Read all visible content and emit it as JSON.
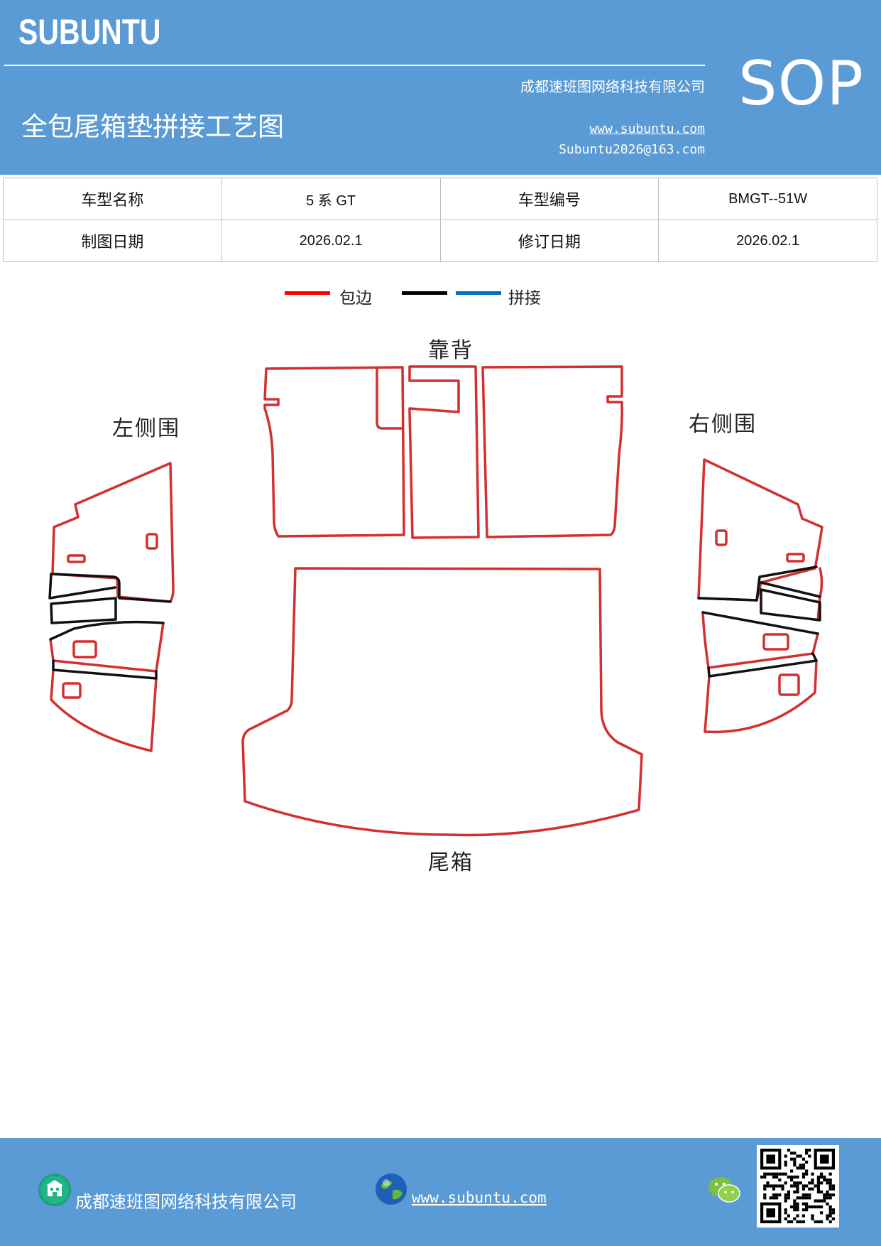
{
  "header": {
    "brand": "SUBUNTU",
    "company": "成都速班图网络科技有限公司",
    "title": "全包尾箱垫拼接工艺图",
    "website": "www.subuntu.com",
    "email": "Subuntu2026@163.com",
    "badge": "SOP"
  },
  "info_table": {
    "rows": [
      [
        "车型名称",
        "5 系 GT",
        "车型编号",
        "BMGT--51W"
      ],
      [
        "制图日期",
        "2026.02.1",
        "修订日期",
        "2026.02.1"
      ]
    ]
  },
  "legend": {
    "items": [
      {
        "label": "包边",
        "color": "#ff0000"
      },
      {
        "label": "",
        "color": "#000000"
      },
      {
        "label": "拼接",
        "color": "#0070c0"
      }
    ]
  },
  "parts": {
    "backrest": "靠背",
    "left_side": "左侧围",
    "right_side": "右侧围",
    "trunk": "尾箱"
  },
  "colors": {
    "header_bg": "#5b9bd5",
    "outline_red": "#d32f2f",
    "outline_black": "#111111"
  },
  "footer": {
    "company": "成都速班图网络科技有限公司",
    "website": "www.subuntu.com"
  }
}
